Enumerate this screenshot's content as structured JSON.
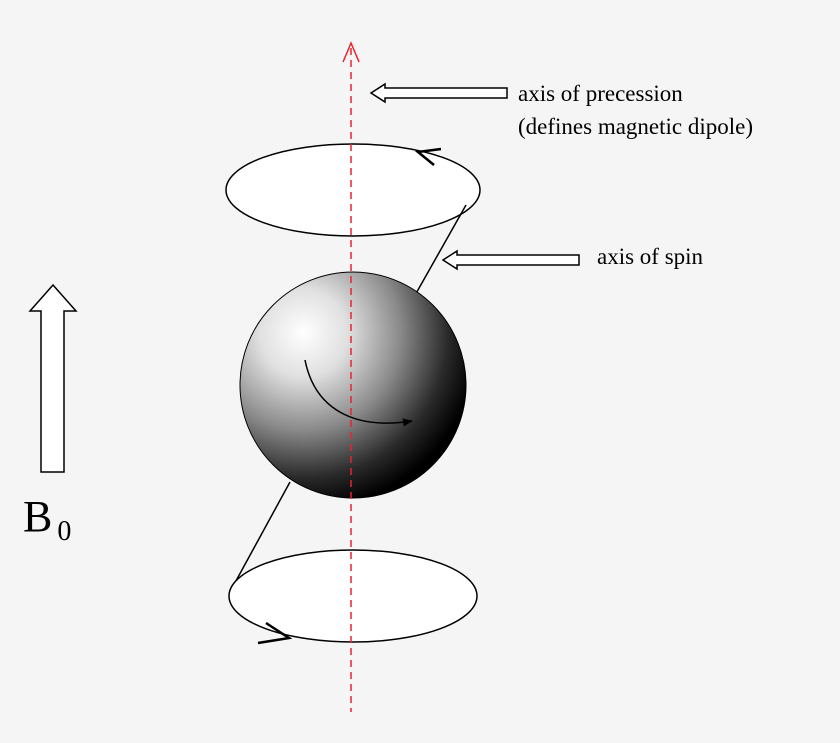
{
  "labels": {
    "precession_line1": "axis of precession",
    "precession_line2": "(defines magnetic dipole)",
    "spin": "axis of spin",
    "field_symbol": "B",
    "field_subscript": "0"
  },
  "colors": {
    "background": "#f5f5f5",
    "precession_axis": "#e8242b",
    "outline": "#000000",
    "sphere_highlight": "#ffffff",
    "sphere_shadow": "#000000"
  },
  "icons": {
    "field_arrow": "up-hollow-arrow",
    "pointer_arrows": "left-hollow-arrow"
  }
}
